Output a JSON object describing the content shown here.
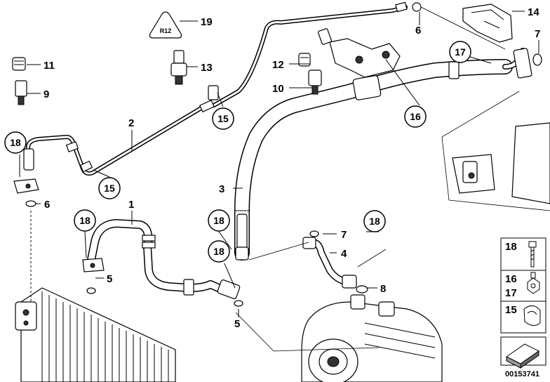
{
  "parts": {
    "p1": "1",
    "p2": "2",
    "p3": "3",
    "p4": "4",
    "p5a": "5",
    "p5b": "5",
    "p6a": "6",
    "p6b": "6",
    "p7a": "7",
    "p7b": "7",
    "p8": "8",
    "p9": "9",
    "p10": "10",
    "p11": "11",
    "p12": "12",
    "p13": "13",
    "p14": "14",
    "p19": "19"
  },
  "callouts": {
    "c15a": "15",
    "c15b": "15",
    "c16": "16",
    "c17": "17",
    "c18a": "18",
    "c18b": "18",
    "c18c": "18",
    "c18d": "18",
    "c18e": "18"
  },
  "warning_label_text": "R12",
  "legend": {
    "row1": "18",
    "row2a": "16",
    "row2b": "17",
    "row3": "15"
  },
  "catalog_number": "00153741"
}
